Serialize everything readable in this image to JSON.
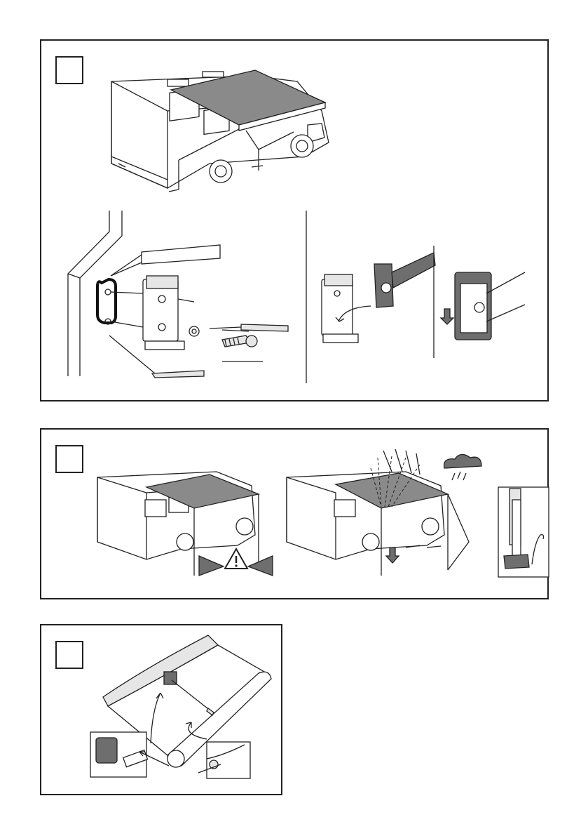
{
  "page": {
    "panels": [
      {
        "id": "panel-1",
        "step_label": ""
      },
      {
        "id": "panel-2",
        "step_label": ""
      },
      {
        "id": "panel-3",
        "step_label": ""
      }
    ]
  },
  "icons": {
    "warning": "warning-triangle-icon",
    "rain": "rain-cloud-icon",
    "arrow": "arrow-down-icon"
  },
  "colors": {
    "line": "#222222",
    "awning": "#8a8a8a",
    "bracket_dark": "#6e6e6e",
    "background": "#ffffff"
  }
}
